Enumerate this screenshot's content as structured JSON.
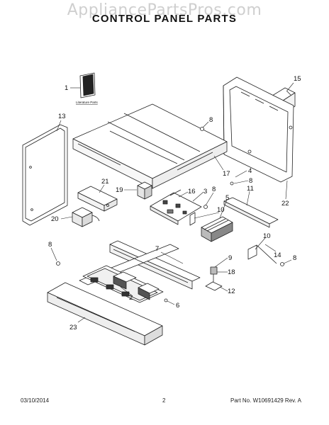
{
  "watermark": "AppliancePartsPros.com",
  "title": "CONTROL PANEL PARTS",
  "literature_label": "Literature Parts",
  "callouts": [
    "1",
    "15",
    "13",
    "8",
    "17",
    "4",
    "8",
    "21",
    "19",
    "16",
    "3",
    "8",
    "5",
    "11",
    "22",
    "20",
    "10",
    "8",
    "7",
    "10",
    "9",
    "14",
    "8",
    "18",
    "2",
    "12",
    "6",
    "23"
  ],
  "footer": {
    "date": "03/10/2014",
    "page": "2",
    "part": "Part No. W10691429  Rev. A"
  }
}
